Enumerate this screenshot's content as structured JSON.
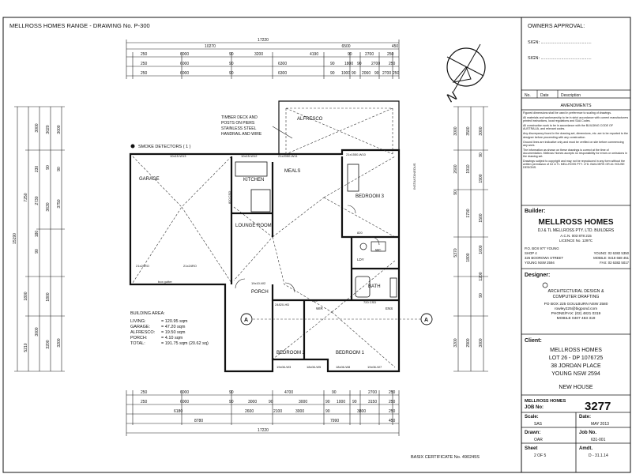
{
  "header": {
    "title": "MELLROSS HOMES RANGE - DRAWING No. P-300"
  },
  "dims_top": {
    "overall": "17220",
    "row1": [
      "10270",
      "6500",
      "450"
    ],
    "row2": [
      "250",
      "6000",
      "90",
      "3200",
      "4190",
      "90",
      "2700",
      "250"
    ],
    "row3": [
      "250",
      "6000",
      "90",
      "6300",
      "90",
      "1800",
      "90",
      "2700",
      "250"
    ],
    "row4": [
      "250",
      "6000",
      "90",
      "6300",
      "90",
      "1000",
      "90",
      "2060",
      "90",
      "2700",
      "250"
    ]
  },
  "dims_bottom": {
    "overall": "17220",
    "row1": [
      "250",
      "6000",
      "90",
      "4700",
      "90",
      "2700",
      "250"
    ],
    "row2": [
      "250",
      "6000",
      "90",
      "3000",
      "90",
      "3000",
      "90",
      "1000",
      "90",
      "3150",
      "250"
    ],
    "row3": [
      "6180",
      "2600",
      "2100",
      "3000",
      "90",
      "3800",
      "250"
    ],
    "row4": [
      "8780",
      "7990",
      "450"
    ]
  },
  "dims_left": {
    "overall": "15190",
    "outer": [
      "7250",
      "1800",
      "5210"
    ],
    "col2": [
      "3000",
      "230",
      "2730",
      "180",
      "90",
      "3000"
    ],
    "col3": [
      "3020",
      "90",
      "3630",
      "1800",
      "3200"
    ],
    "col4": [
      "3000",
      "90",
      "3750",
      "3200"
    ]
  },
  "dims_right": {
    "col1": [
      "3000",
      "2600",
      "90",
      "5370",
      "3200"
    ],
    "col2": [
      "3500",
      "1910",
      "1700",
      "1800",
      "2900"
    ],
    "col3": [
      "3000",
      "90",
      "1900",
      "1500",
      "1000",
      "1200",
      "90",
      "3000"
    ]
  },
  "plan": {
    "notes": {
      "timber_deck": [
        "TIMBER DECK AND",
        "POSTS ON PIERS",
        "STAINLESS STEEL",
        "HANDRAIL AND WIRE"
      ],
      "smoke": "SMOKE DETECTORS ( 1 )",
      "box_gutter": "box gutter",
      "instantaneous": "INSTANTANEOUS"
    },
    "rooms": {
      "garage": "GARAGE",
      "kitchen": "KITCHEN",
      "meals": "MEALS",
      "alfresco": "ALFRESCO",
      "lounge": "LOUNGE ROOM",
      "bed3": "BEDROOM 3",
      "bed2": "BEDROOM 2",
      "bed1": "BEDROOM 1",
      "bath": "BATH",
      "porch": "PORCH",
      "wc": "WC",
      "ldy": "LDY",
      "ens": "ENS",
      "wir": "WIR"
    },
    "windows": {
      "w1": "10x15-W13",
      "w2": "10x15-W12",
      "w3": "21x2050-W11",
      "w4": "21x1550-W10",
      "w5": "19x06-W3",
      "w6": "18x06-W5",
      "w7": "18x06-W8",
      "w8": "19x06-W7",
      "w9": "19x10-W2",
      "w10": "21x24RO",
      "w11": "21x24RO",
      "w12": "24820-HD",
      "w13": "820",
      "w14": "720 CSD",
      "w15": "820 CSD",
      "w16": "820"
    },
    "section_marker": "A",
    "basix": "BASIX CERTIFICATE No. 490245S",
    "area": {
      "title": "BUILDING AREA:",
      "rows": [
        {
          "label": "LIVING:",
          "value": "= 120.95 sqm"
        },
        {
          "label": "GARAGE:",
          "value": "= 47.20 sqm"
        },
        {
          "label": "ALFRESCO:",
          "value": "= 19.50 sqm"
        },
        {
          "label": "PORCH:",
          "value": "= 4.10 sqm"
        },
        {
          "label": "TOTAL:",
          "value": "= 191.75 sqm (20.62 sq)"
        }
      ]
    }
  },
  "titleblock": {
    "owners_approval": "OWNERS APPROVAL:",
    "sign1": "SIGN: ..........................................",
    "sign2": "SIGN: ..........................................",
    "amend_headers": [
      "No.",
      "Date",
      "Description"
    ],
    "amendments": "AMENDMENTS",
    "notes": [
      "Figured dimensions shall be used in preference to scaling of drawings.",
      "All materials and workmanship to be in strict accordance with current manufacturers printed instructions, local regulations and SAA Codes.",
      "All construction work to be in accordance with the BUILDING CODE OF AUSTRALIA, and relevant codes.",
      "Any discrepancy found in the drawing set, dimensions, etc. are to be reported to the designer before proceeding with any construction.",
      "Ground lines are indicative only and must be verified on site before commencing any work.",
      "The information as shown on these drawings is correct at the time of documentation. Mellross Homes accepts no responsibility for errors or omissions in the drawing set.",
      "Drawings subject to copyright and may not be reproduced in any form without the written permission of DJ & TL MELLROSS PTY. LTD. BUILDERS OR A1 HOUSE DESIGNS."
    ],
    "builder_label": "Builder:",
    "builder_name": "MELLROSS HOMES",
    "builder_sub": "DJ & TL MELLROSS PTY. LTD. BUILDERS",
    "builder_acn": "A.C.N. 003 878 215",
    "builder_licence": "LICENCE No. 1297C",
    "builder_addr": [
      "P.O. BOX 977 YOUNG",
      "SHOP 4",
      "326 BOOROWA STREET",
      "YOUNG NSW 2594"
    ],
    "builder_phone": [
      "YOUNG: 02 6382 5350",
      "MOBILE: 0418 668 451",
      "FAX: 02 6382 5017"
    ],
    "designer_label": "Designer:",
    "designer": [
      "ARCHITECTURAL DESIGN &",
      "COMPUTER DRAFTING",
      "PO BOX 225 GOULBURN NSW 2580",
      "rowley225@bigpond.com",
      "PHONE/FAX: (02) 4821 0319",
      "MOBILE 0407 483 319"
    ],
    "client_label": "Client:",
    "client": [
      "MELLROSS HOMES",
      "LOT 26 - DP 1076725",
      "38 JORDAN PLACE",
      "YOUNG NSW 2594"
    ],
    "new_house": "NEW HOUSE",
    "job_company": "MELLROSS HOMES",
    "job_label": "JOB No:",
    "job_no": "3277",
    "scale_label": "Scale:",
    "scale_value": "SAS",
    "date_label": "Date:",
    "date_value": "MAY 2013",
    "drawn_label": "Drawn:",
    "drawn_value": "OAR",
    "jobno_label": "Job No.",
    "jobno_value": "631-001",
    "sheet_label": "Sheet",
    "sheet_value": "2 OF 5",
    "amdt_label": "Amdt.",
    "amdt_value": "D - 31.1.14"
  }
}
